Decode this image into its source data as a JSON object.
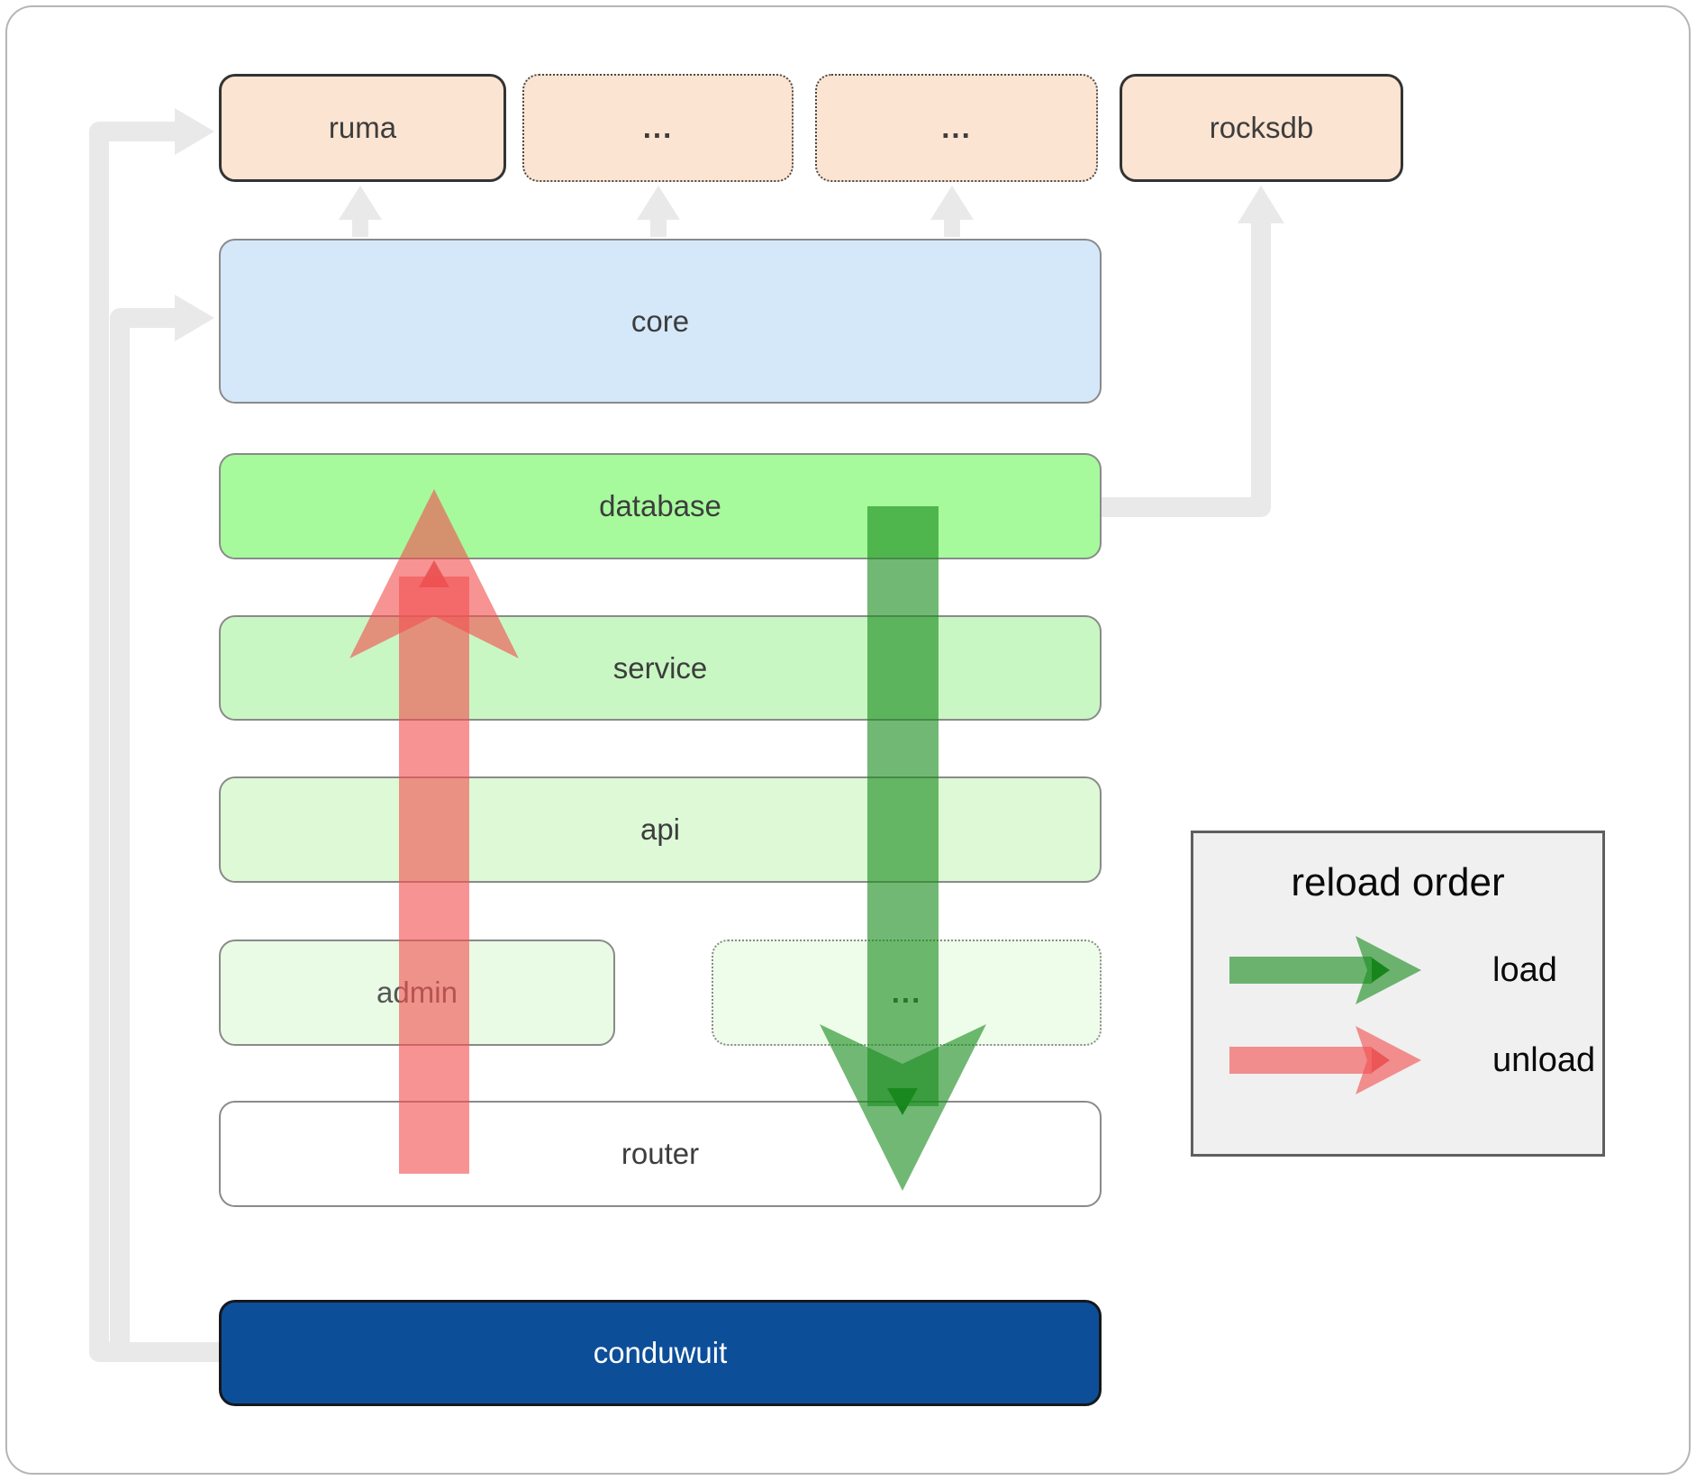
{
  "diagram": {
    "nodes": {
      "ruma": {
        "label": "ruma"
      },
      "top_ellipsis_1": {
        "label": "..."
      },
      "top_ellipsis_2": {
        "label": "..."
      },
      "rocksdb": {
        "label": "rocksdb"
      },
      "core": {
        "label": "core"
      },
      "database": {
        "label": "database"
      },
      "service": {
        "label": "service"
      },
      "api": {
        "label": "api"
      },
      "admin": {
        "label": "admin"
      },
      "mid_ellipsis": {
        "label": "..."
      },
      "router": {
        "label": "router"
      },
      "conduwuit": {
        "label": "conduwuit"
      }
    },
    "legend": {
      "title": "reload order",
      "items": [
        {
          "label": "load",
          "arrow_color": "#1a8c1e"
        },
        {
          "label": "unload",
          "arrow_color": "#f25050"
        }
      ]
    },
    "colors": {
      "peach_box": "#fce4d2",
      "core_blue": "#d5e8fa",
      "database_green": "#a6fa9c",
      "service_green": "#c9f7c3",
      "api_green": "#ddf9d6",
      "admin_green": "#e9fbe4",
      "ellipsis_green": "#eefdea",
      "conduwuit_blue": "#0d4e99",
      "load_arrow_green": "#1a8c1e",
      "unload_arrow_red": "#f25050",
      "connector_gray": "#e9e9e9"
    }
  }
}
